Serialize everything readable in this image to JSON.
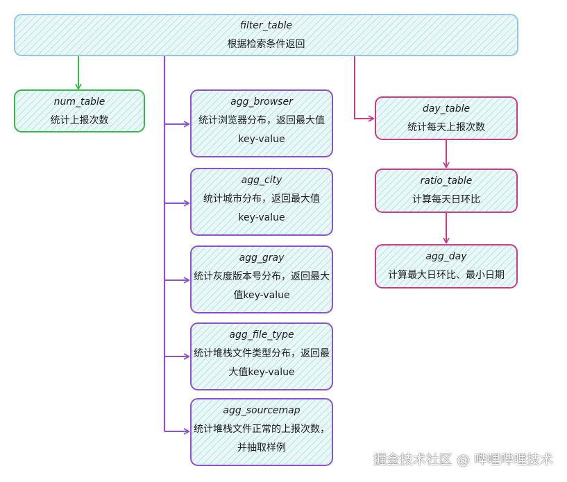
{
  "colors": {
    "blue": "#95c5e6",
    "green": "#33bd47",
    "purple": "#8d4fd9",
    "pink": "#cf3a86"
  },
  "nodes": {
    "filter_table": {
      "title": "filter_table",
      "desc": "根据检索条件返回"
    },
    "num_table": {
      "title": "num_table",
      "desc": "统计上报次数"
    },
    "agg_browser": {
      "title": "agg_browser",
      "desc": "统计浏览器分布，返回最大值key-value"
    },
    "agg_city": {
      "title": "agg_city",
      "desc": "统计城市分布，返回最大值key-value"
    },
    "agg_gray": {
      "title": "agg_gray",
      "desc": "统计灰度版本号分布，返回最大值key-value"
    },
    "agg_file_type": {
      "title": "agg_file_type",
      "desc": "统计堆栈文件类型分布，返回最大值key-value"
    },
    "agg_sourcemap": {
      "title": "agg_sourcemap",
      "desc": "统计堆栈文件正常的上报次数，并抽取样例"
    },
    "day_table": {
      "title": "day_table",
      "desc": "统计每天上报次数"
    },
    "ratio_table": {
      "title": "ratio_table",
      "desc": "计算每天日环比"
    },
    "agg_day": {
      "title": "agg_day",
      "desc": "计算最大日环比、最小日期"
    }
  },
  "edges": [
    {
      "from": "filter_table",
      "to": "num_table",
      "color": "green"
    },
    {
      "from": "filter_table",
      "to": "agg_browser",
      "color": "purple"
    },
    {
      "from": "filter_table",
      "to": "agg_city",
      "color": "purple"
    },
    {
      "from": "filter_table",
      "to": "agg_gray",
      "color": "purple"
    },
    {
      "from": "filter_table",
      "to": "agg_file_type",
      "color": "purple"
    },
    {
      "from": "filter_table",
      "to": "agg_sourcemap",
      "color": "purple"
    },
    {
      "from": "filter_table",
      "to": "day_table",
      "color": "pink"
    },
    {
      "from": "day_table",
      "to": "ratio_table",
      "color": "pink"
    },
    {
      "from": "ratio_table",
      "to": "agg_day",
      "color": "pink"
    }
  ],
  "watermark": "掘金技术社区 @ 哔哩哔哩技术"
}
